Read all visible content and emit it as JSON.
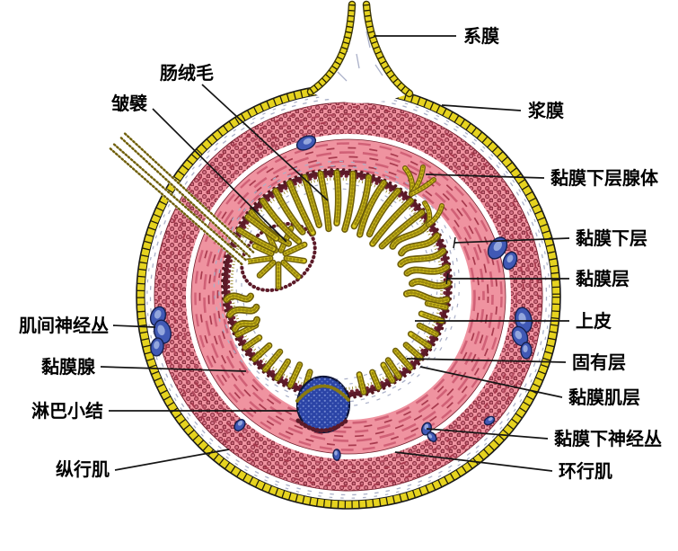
{
  "figure": {
    "labels": {
      "mesentery": "系膜",
      "serosa": "浆膜",
      "submucosal_glands": "黏膜下层腺体",
      "submucosa": "黏膜下层",
      "mucosa_layer": "黏膜层",
      "epithelium": "上皮",
      "lamina_propria": "固有层",
      "muscularis_mucosae": "黏膜肌层",
      "submucosal_nerve_plexus": "黏膜下神经丛",
      "circular_muscle": "环行肌",
      "intestinal_villi": "肠绒毛",
      "plica": "皱襞",
      "myenteric_nerve_plexus": "肌间神经丛",
      "mucosal_glands": "黏膜腺",
      "lymph_nodule": "淋巴小结",
      "longitudinal_muscle": "纵行肌"
    },
    "colors": {
      "serosa_yellow": "#e6d31f",
      "muscle_pink": "#ef93a0",
      "muscle_fiber_red": "#c24f63",
      "granule_dark_red": "#8c2f3f",
      "mucosa_maroon": "#5c1a28",
      "villi_olive": "#6f5f0a",
      "villi_yellow": "#d9c71e",
      "lymph_nodule_blue": "#2b44a6",
      "ganglion_blue": "#4059b5",
      "dash_gray": "#aab0c8",
      "leader_line_black": "#151515"
    }
  }
}
